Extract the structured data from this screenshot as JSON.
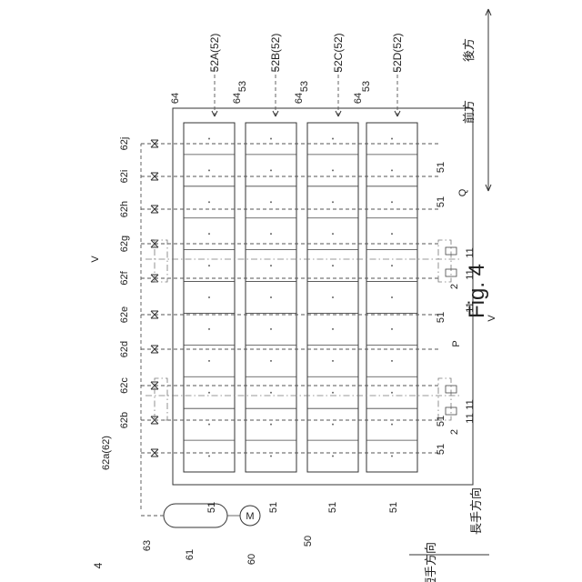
{
  "figure_label": "Fig. 4",
  "ref_main": "4",
  "ref_base": "50",
  "ref_pump": "60",
  "pump_letter": "M",
  "ref_tank": "61",
  "ref_pipe": "63",
  "ref_valve_group": "62a(62)",
  "valves": [
    "62b",
    "62c",
    "62d",
    "62e",
    "62f",
    "62g",
    "62h",
    "62i",
    "62j"
  ],
  "rows": [
    {
      "label": "52A(52)",
      "cell_label": "64",
      "spacer_label": "53"
    },
    {
      "label": "52B(52)",
      "cell_label": "64",
      "spacer_label": "53"
    },
    {
      "label": "52C(52)",
      "cell_label": "64",
      "spacer_label": "53"
    },
    {
      "label": "52D(52)",
      "cell_label": "64"
    }
  ],
  "ref_51": "51",
  "ref_2": "2",
  "ref_11": "11",
  "ref_P": "P",
  "ref_Q": "Q",
  "section_mark": "V",
  "dir_back": "後方",
  "dir_front": "前方",
  "dir_long": "長手方向",
  "dir_short": "短手方向"
}
